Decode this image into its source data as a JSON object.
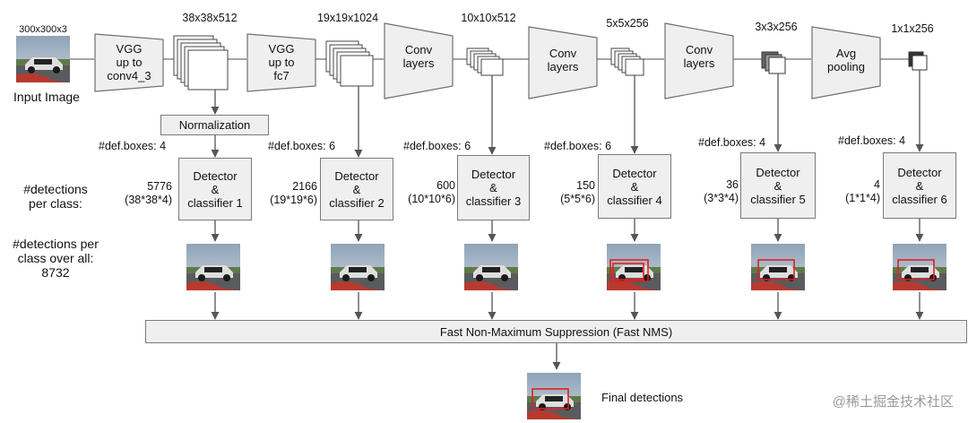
{
  "input": {
    "size": "300x300x3",
    "label": "Input Image"
  },
  "feature_sizes": [
    "38x38x512",
    "19x19x1024",
    "10x10x512",
    "5x5x256",
    "3x3x256",
    "1x1x256"
  ],
  "layers": [
    {
      "label": "VGG\nup to\nconv4_3"
    },
    {
      "label": "VGG\nup to\nfc7"
    },
    {
      "label": "Conv\nlayers"
    },
    {
      "label": "Conv\nlayers"
    },
    {
      "label": "Conv\nlayers"
    },
    {
      "label": "Avg\npooling"
    }
  ],
  "normalization_label": "Normalization",
  "detectors": [
    {
      "def_boxes": "#def.boxes: 4",
      "label": "Detector\n&\nclassifier 1",
      "count": "5776",
      "formula": "(38*38*4)"
    },
    {
      "def_boxes": "#def.boxes: 6",
      "label": "Detector\n&\nclassifier 2",
      "count": "2166",
      "formula": "(19*19*6)"
    },
    {
      "def_boxes": "#def.boxes: 6",
      "label": "Detector\n&\nclassifier 3",
      "count": "600",
      "formula": "(10*10*6)"
    },
    {
      "def_boxes": "#def.boxes: 6",
      "label": "Detector\n&\nclassifier 4",
      "count": "150",
      "formula": "(5*5*6)"
    },
    {
      "def_boxes": "#def.boxes: 4",
      "label": "Detector\n&\nclassifier 5",
      "count": "36",
      "formula": "(3*3*4)"
    },
    {
      "def_boxes": "#def.boxes: 4",
      "label": "Detector\n&\nclassifier 6",
      "count": "4",
      "formula": "(1*1*4)"
    }
  ],
  "side_labels": {
    "per_class": "#detections\nper class:",
    "over_all": "#detections per\nclass over all:\n8732"
  },
  "nms_label": "Fast Non-Maximum  Suppression (Fast NMS)",
  "final_label": "Final detections",
  "watermark": "@稀土掘金技术社区",
  "colors": {
    "box_fill": "#efefef",
    "stroke": "#6f6f6f",
    "arrow": "#555555",
    "detection": "#e02020"
  }
}
